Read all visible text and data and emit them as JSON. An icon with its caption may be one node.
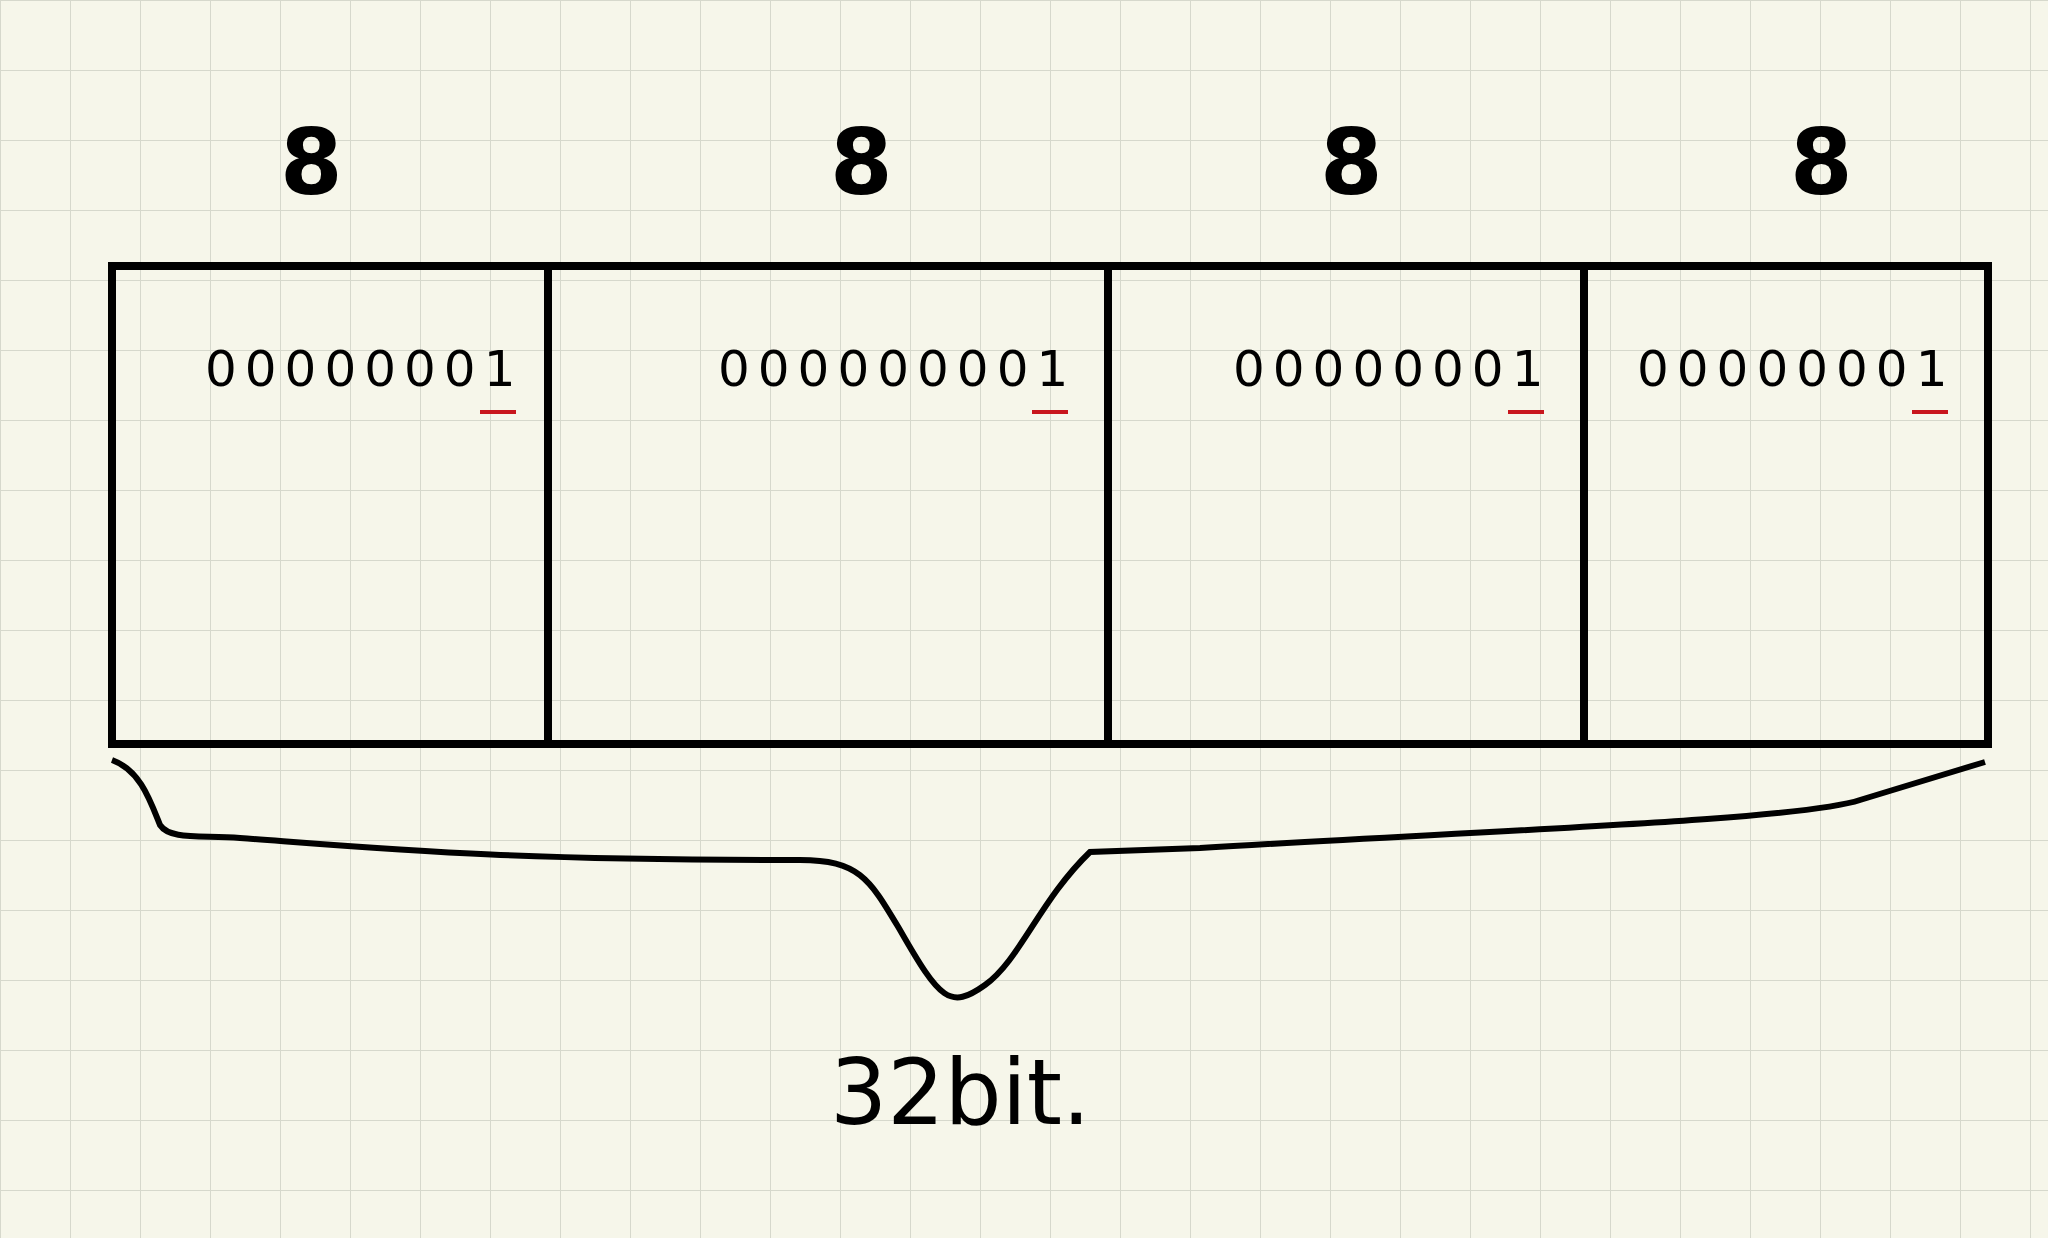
{
  "diagram": {
    "nodes": [
      {
        "text": [
          "00000001"
        ]
      },
      {
        "text": [
          "000000001"
        ]
      },
      {
        "text": [
          "00000001"
        ]
      },
      {
        "text": [
          "00000001"
        ]
      }
    ],
    "labels": [
      "8",
      "8",
      "8",
      "8",
      "32bit."
    ]
  }
}
